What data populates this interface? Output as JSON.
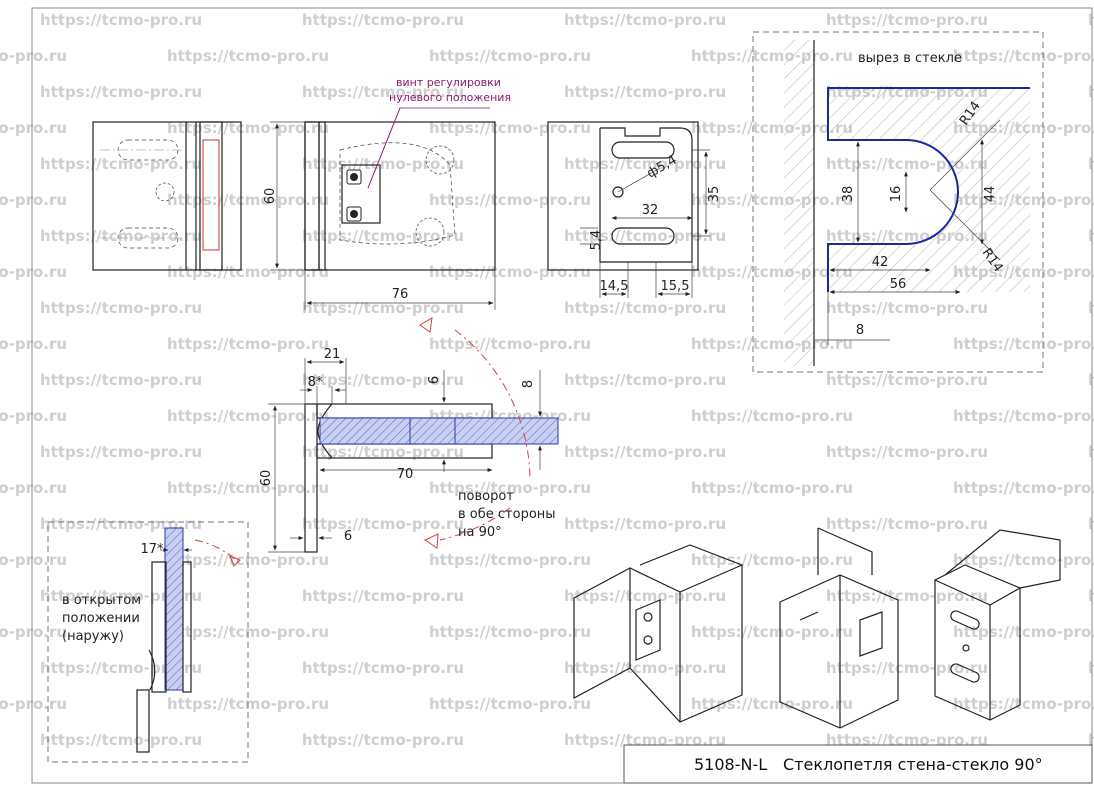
{
  "watermark": "https://tcmo-pro.ru",
  "title_block": {
    "code": "5108-N-L",
    "name": "Стеклопетля стена-стекло 90°"
  },
  "callout": {
    "line1": "винт регулировки",
    "line2": "нулевого положения"
  },
  "cutout_title": "вырез в стекле",
  "notes": {
    "rotation": [
      "поворот",
      "в обе стороны",
      "на 90°"
    ],
    "open_position": [
      "в открытом",
      "положении",
      "(наружу)"
    ]
  },
  "dimensions": {
    "front_height": "60",
    "front_width": "76",
    "hole_dia": "ф5,4",
    "slot_len": "32",
    "slot_spacing": "35",
    "slot_width": "5,4",
    "offset_a": "14,5",
    "offset_b": "15,5",
    "cut_radius_top": "R14",
    "cut_radius_bottom": "R14",
    "cut_height_38": "38",
    "cut_16": "16",
    "cut_44": "44",
    "cut_42": "42",
    "cut_56": "56",
    "cut_8": "8",
    "side_21": "21",
    "side_8star": "8*",
    "side_6_top": "6",
    "side_8_glass": "8",
    "side_70": "70",
    "side_60": "60",
    "side_6_bottom": "6",
    "open_17": "17*"
  },
  "colors": {
    "glass": "#c9cff0",
    "glass_edge": "#2b3aa8",
    "callout": "#8a1a6a",
    "rotation_arc": "#d24040"
  }
}
